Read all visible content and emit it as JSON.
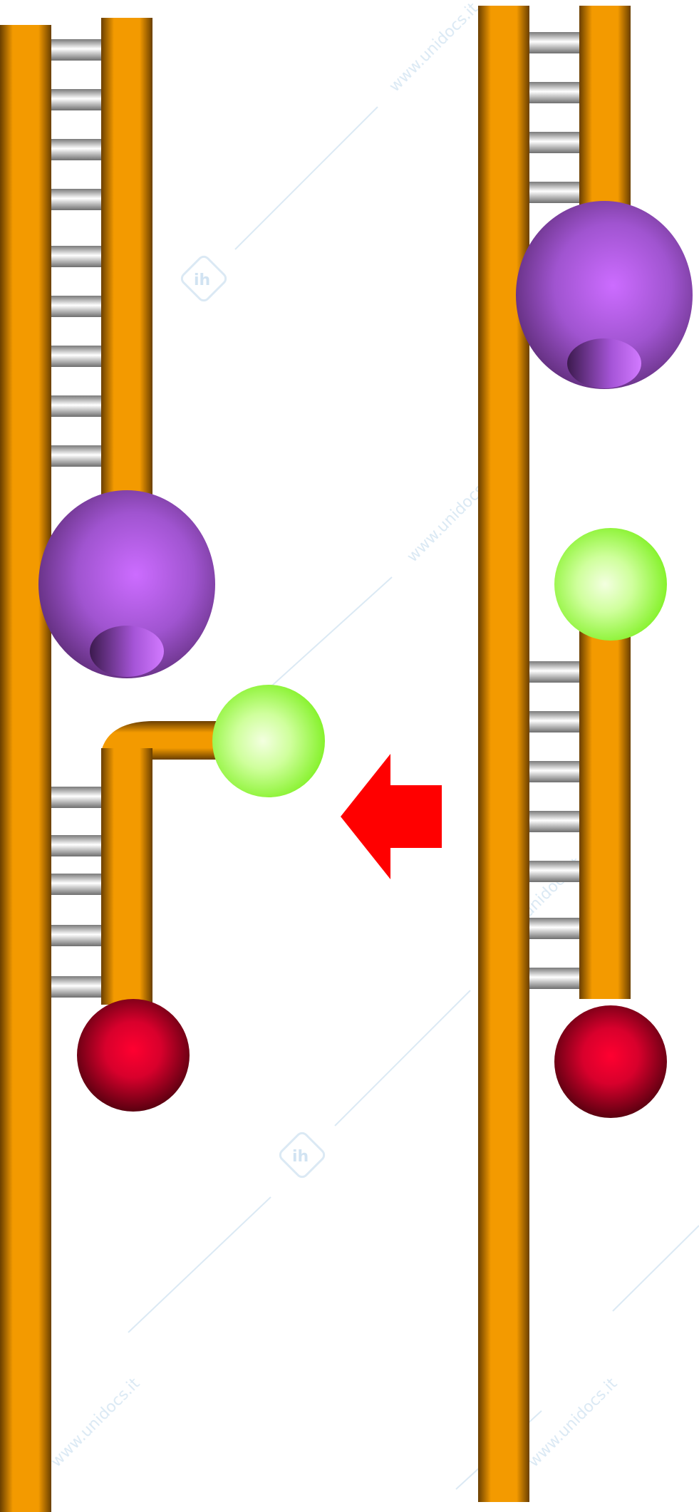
{
  "diagram": {
    "left_panel": {
      "strands": [
        "template-strand",
        "primer-strand-upper",
        "primer-strand-lower",
        "displaced-flap"
      ],
      "rungs_upper": 9,
      "rungs_lower": 5,
      "spheres": [
        "purple",
        "green",
        "red"
      ]
    },
    "right_panel": {
      "strands": [
        "template-strand",
        "primer-strand-upper",
        "primer-strand-lower"
      ],
      "rungs_upper": 4,
      "rungs_lower": 7,
      "spheres": [
        "purple",
        "green",
        "red"
      ]
    },
    "arrow_direction": "left"
  },
  "colors": {
    "strand": "#f39a00",
    "strand_dark": "#6a3f00",
    "rung_light": "#ffffff",
    "rung_dark": "#6f6f6f",
    "purple_light": "#cc6cff",
    "purple_dark": "#5f2d7a",
    "green_light": "#f3ffe0",
    "green_dark": "#86f22c",
    "red_light": "#ff0030",
    "red_dark": "#5a0010",
    "arrow": "#ff0000",
    "watermark": "#d5e6f3"
  },
  "watermark": {
    "text": "www.unidocs.it",
    "logo": "ih"
  }
}
